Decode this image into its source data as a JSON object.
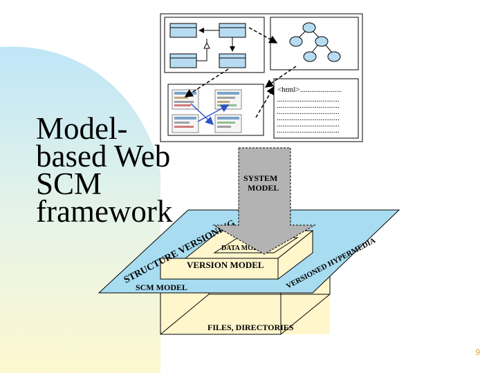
{
  "slide": {
    "title_lines": [
      "Model-",
      "based Web",
      "SCM",
      "framework"
    ],
    "page_number": "9"
  },
  "diagram": {
    "html_panel": {
      "first_line": "<html>......................",
      "dot_lines": [
        ".................................",
        ".................................",
        ".................................",
        ".................................",
        ".................................",
        "................................."
      ]
    },
    "arrow_label": [
      "SYSTEM",
      "MODEL"
    ],
    "plane_labels": {
      "structure_versioning": "STRUCTURE VERSIONING",
      "versioned_hypermedia": "VERSIONED HYPERMEDIA",
      "scm_model": "SCM MODEL",
      "version_model": "VERSION MODEL",
      "data_model": "DATA MODEL",
      "files_directories": "FILES, DIRECTORIES"
    }
  },
  "colors": {
    "plane_fill": "#a8dcf0",
    "box_fill": "#fff6cc",
    "arrow_fill": "#b3b3b3",
    "uml_box_fill": "#b7dcf2",
    "tree_node_fill": "#b7dcf2",
    "page_number": "#e59a47"
  }
}
